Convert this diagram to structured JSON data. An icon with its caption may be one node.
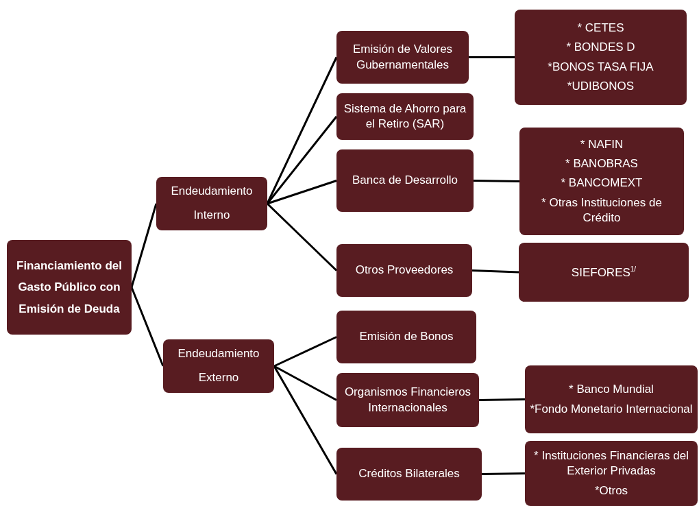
{
  "diagram": {
    "nodes": [
      {
        "text": [
          "Financiamiento del Gasto Público con Emisión de Deuda"
        ]
      },
      {
        "text": [
          "Endeudamiento Interno"
        ]
      },
      {
        "text": [
          "Endeudamiento Externo"
        ]
      },
      {
        "text": [
          "Emisión de Valores Gubernamentales"
        ]
      },
      {
        "text": [
          "* CETES",
          "* BONDES D",
          "*BONOS TASA FIJA",
          "*UDIBONOS"
        ]
      },
      {
        "text": [
          "Sistema de Ahorro para el Retiro (SAR)"
        ]
      },
      {
        "text": [
          "Banca de Desarrollo"
        ]
      },
      {
        "text": [
          "* NAFIN",
          "* BANOBRAS",
          "* BANCOMEXT",
          "* Otras Instituciones de Crédito"
        ]
      },
      {
        "text": [
          "Otros Proveedores"
        ]
      },
      {
        "text": [
          "SIEFORES$^{1/}$"
        ]
      },
      {
        "text": [
          "Emisión de Bonos"
        ]
      },
      {
        "text": [
          "Organismos Financieros Internacionales"
        ]
      },
      {
        "text": [
          "* Banco Mundial",
          "*Fondo Monetario Internacional"
        ]
      },
      {
        "text": [
          "Créditos Bilaterales"
        ]
      },
      {
        "text": [
          "* Instituciones Financieras del Exterior Privadas",
          "*Otros"
        ]
      }
    ],
    "edges": [
      {
        "from": 0,
        "to": 1,
        "arrow": "none"
      },
      {
        "from": 0,
        "to": 2,
        "arrow": "none"
      },
      {
        "from": 1,
        "to": 3,
        "arrow": "none"
      },
      {
        "from": 1,
        "to": 5,
        "arrow": "none"
      },
      {
        "from": 1,
        "to": 6,
        "arrow": "none"
      },
      {
        "from": 1,
        "to": 8,
        "arrow": "none"
      },
      {
        "from": 2,
        "to": 10,
        "arrow": "none"
      },
      {
        "from": 2,
        "to": 11,
        "arrow": "none"
      },
      {
        "from": 2,
        "to": 13,
        "arrow": "none"
      },
      {
        "from": 3,
        "to": 4,
        "arrow": "none"
      },
      {
        "from": 6,
        "to": 7,
        "arrow": "none"
      },
      {
        "from": 8,
        "to": 9,
        "arrow": "none"
      },
      {
        "from": 11,
        "to": 12,
        "arrow": "none"
      },
      {
        "from": 13,
        "to": 14,
        "arrow": "none"
      }
    ]
  }
}
